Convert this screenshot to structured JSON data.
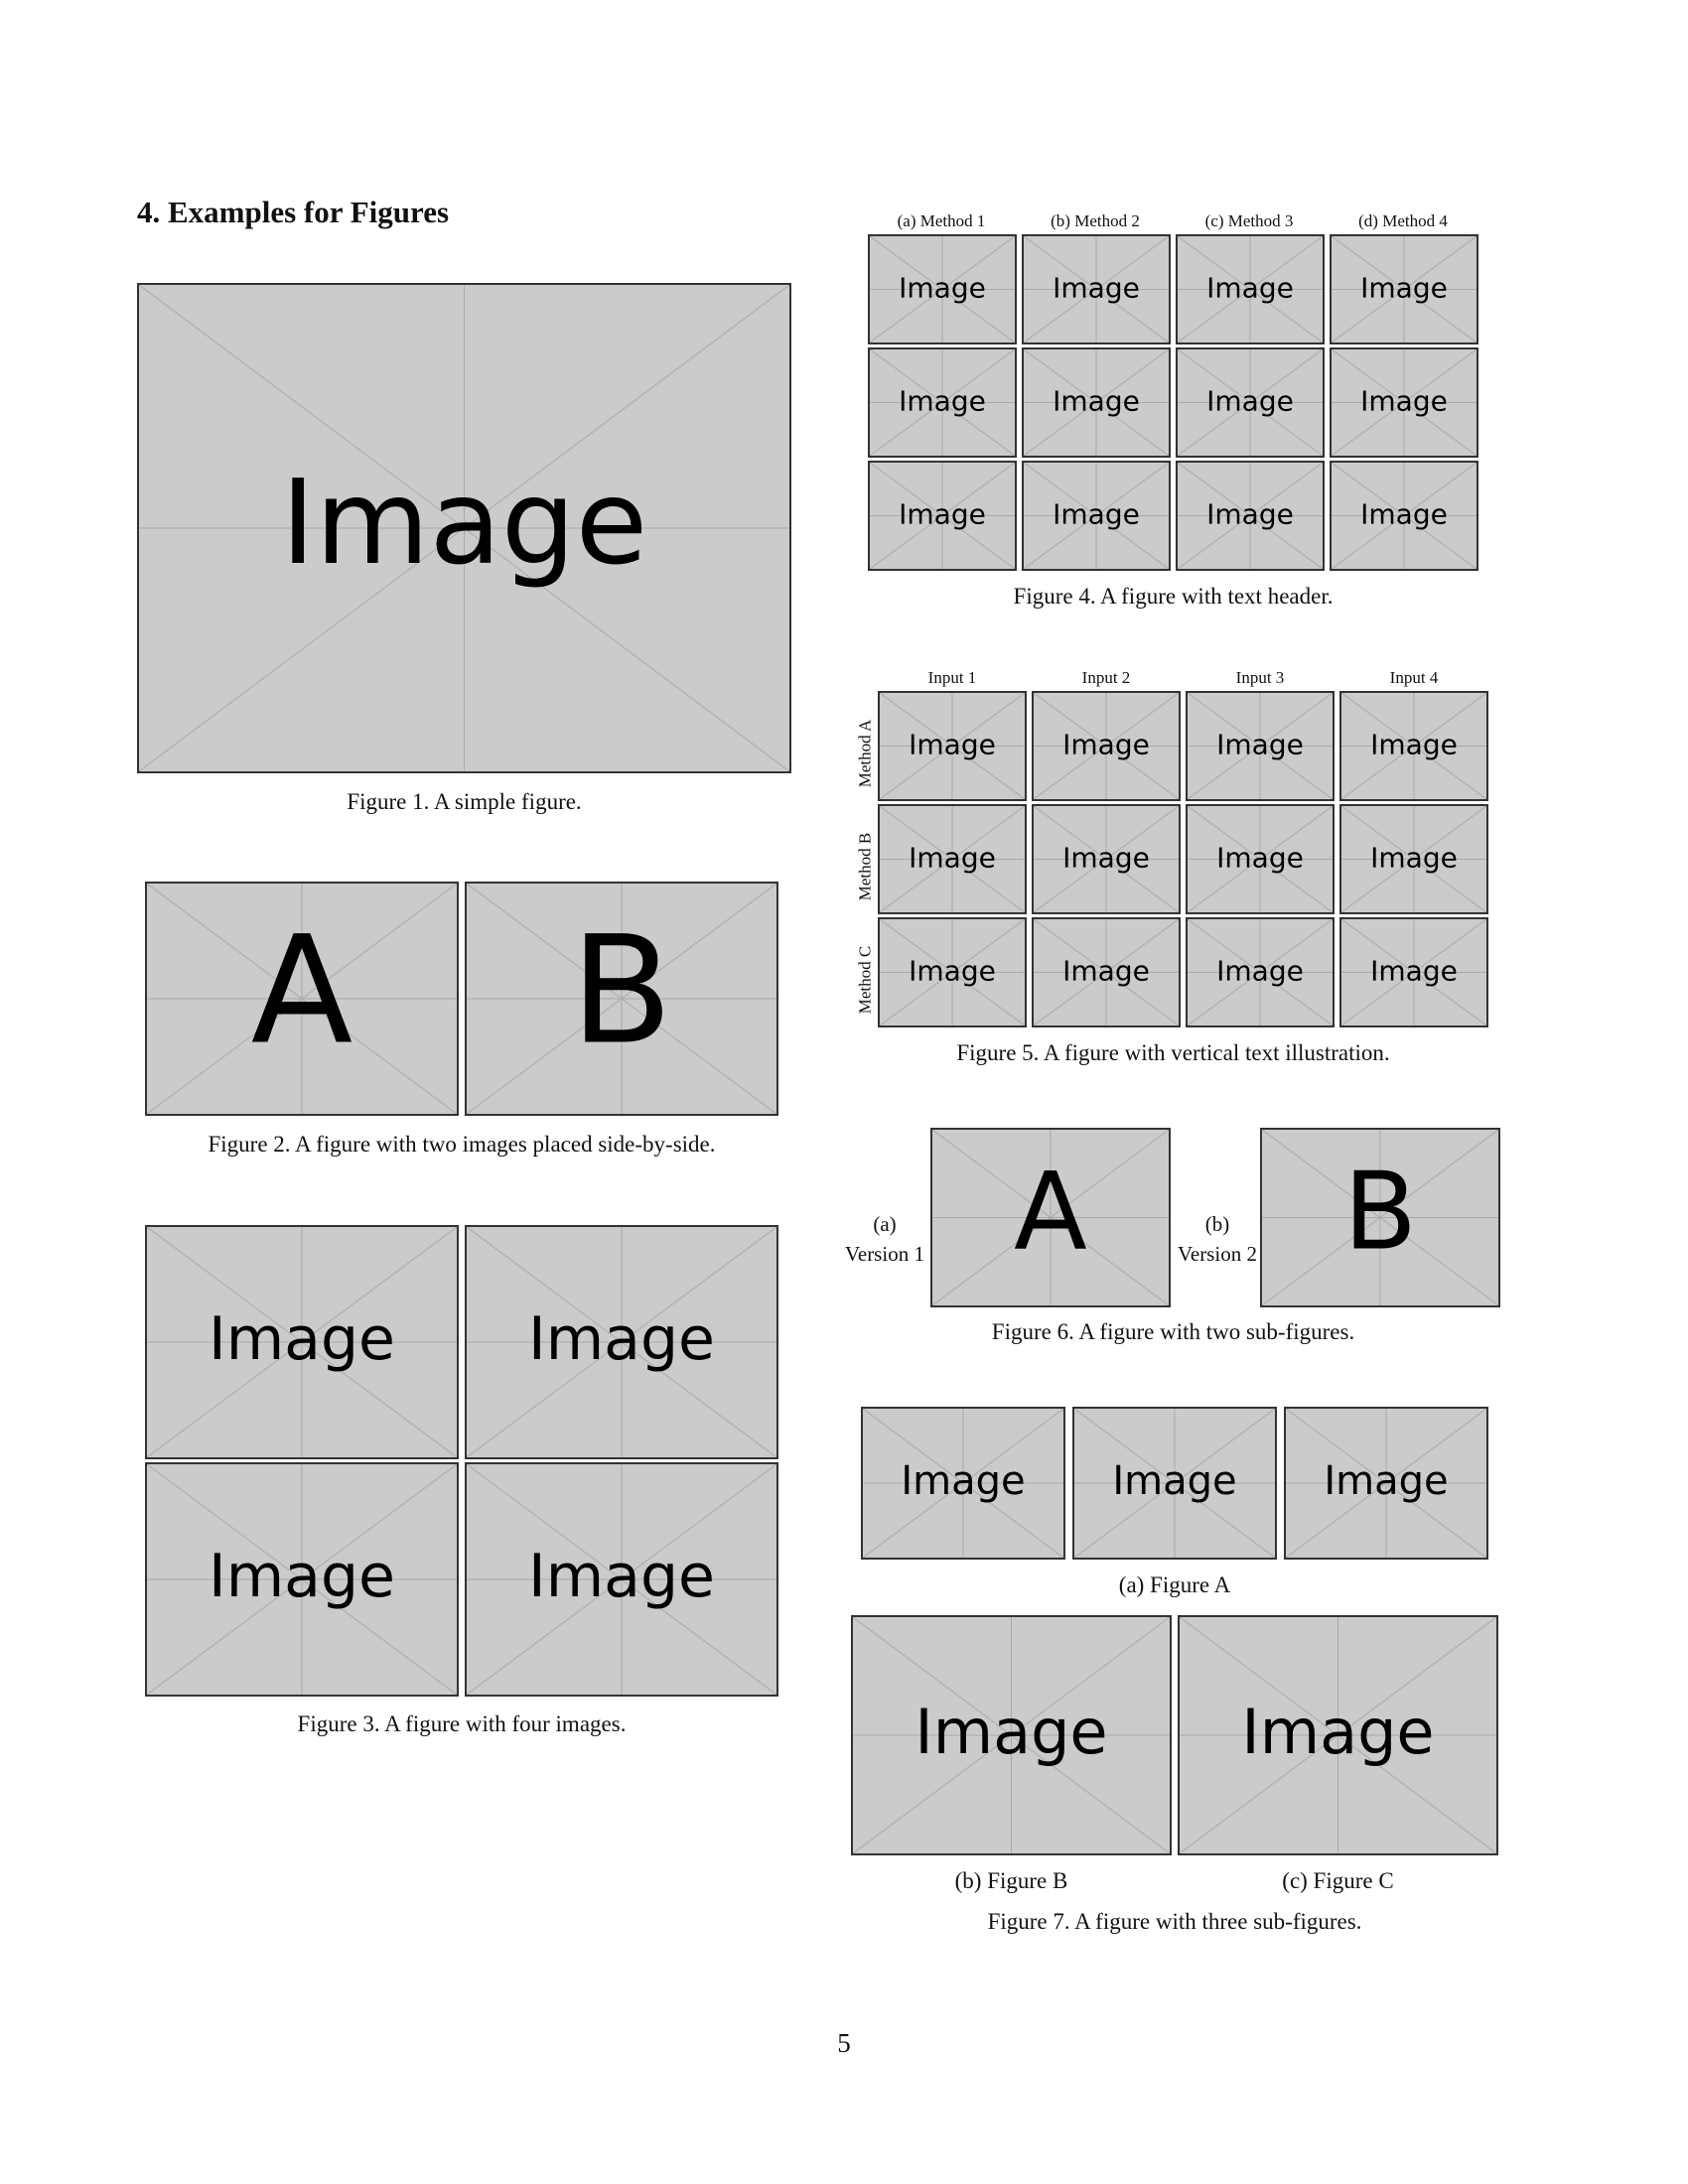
{
  "section_title": "4. Examples for Figures",
  "placeholders": {
    "image": "Image",
    "a": "A",
    "b": "B"
  },
  "fig1": {
    "caption": "Figure 1. A simple figure."
  },
  "fig2": {
    "caption": "Figure 2. A figure with two images placed side-by-side."
  },
  "fig3": {
    "caption": "Figure 3. A figure with four images."
  },
  "fig4": {
    "headers": [
      "(a) Method 1",
      "(b) Method 2",
      "(c) Method 3",
      "(d) Method 4"
    ],
    "caption": "Figure 4. A figure with text header."
  },
  "fig5": {
    "headers": [
      "Input 1",
      "Input 2",
      "Input 3",
      "Input 4"
    ],
    "rows": [
      "Method A",
      "Method B",
      "Method C"
    ],
    "caption": "Figure 5. A figure with vertical text illustration."
  },
  "fig6": {
    "sub_a": {
      "tag": "(a)",
      "label": "Version 1"
    },
    "sub_b": {
      "tag": "(b)",
      "label": "Version 2"
    },
    "caption": "Figure 6. A figure with two sub-figures."
  },
  "fig7": {
    "sub_a": "(a) Figure A",
    "sub_b": "(b) Figure B",
    "sub_c": "(c) Figure C",
    "caption": "Figure 7. A figure with three sub-figures."
  },
  "page_number": "5",
  "colors": {
    "placeholder_fill": "#cbcbcb",
    "placeholder_border": "#333333",
    "guide_lines": "#aaaaaa"
  }
}
